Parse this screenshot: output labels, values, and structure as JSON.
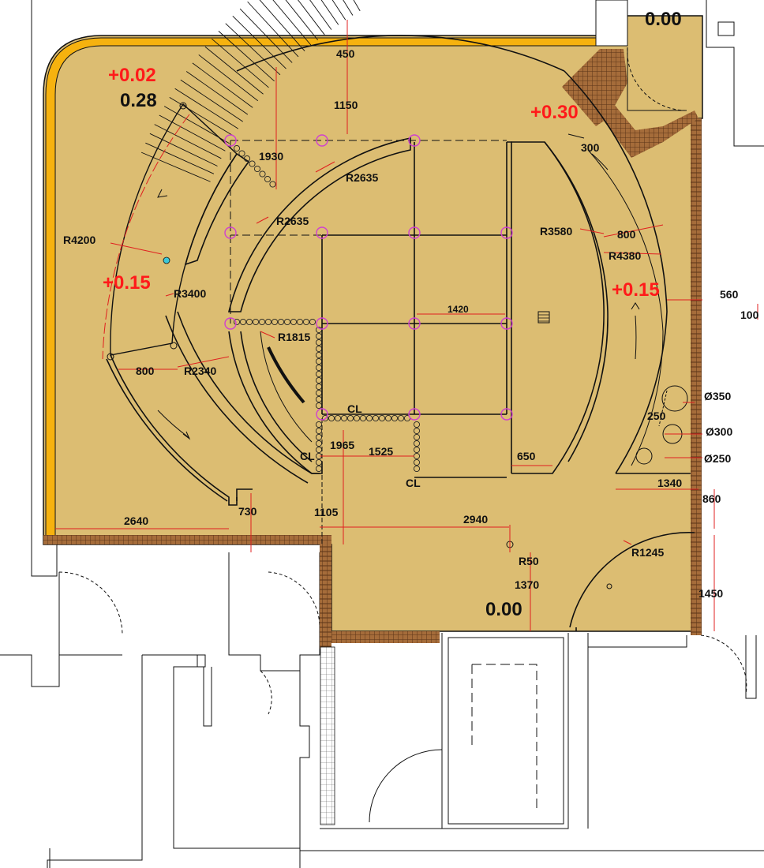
{
  "colors": {
    "floor": "#dcbd72",
    "orange_edge": "#f6b20f",
    "brick": "#a56c3a",
    "brick_line": "#5b3518",
    "dimension": "#e02020",
    "column_mark": "#d040d0",
    "handrail_node": "#3cc8d8"
  },
  "levels": [
    {
      "id": "lvl-top-right",
      "text": "0.00",
      "color": "black"
    },
    {
      "id": "lvl-tl-red",
      "text": "+0.02",
      "color": "red"
    },
    {
      "id": "lvl-tl-black",
      "text": "0.28",
      "color": "black"
    },
    {
      "id": "lvl-tr-red",
      "text": "+0.30",
      "color": "red"
    },
    {
      "id": "lvl-left-red",
      "text": "+0.15",
      "color": "red"
    },
    {
      "id": "lvl-right-red",
      "text": "+0.15",
      "color": "red"
    },
    {
      "id": "lvl-bottom",
      "text": "0.00",
      "color": "black"
    }
  ],
  "dimensions": {
    "d450": "450",
    "d1150": "1150",
    "d1930": "1930",
    "r2635a": "R2635",
    "r2635b": "R2635",
    "d300": "300",
    "r3580": "R3580",
    "d800r": "800",
    "r4380": "R4380",
    "d560": "560",
    "d100": "100",
    "r4200": "R4200",
    "r3400": "R3400",
    "d1420": "1420",
    "r1815": "R1815",
    "d800l": "800",
    "r2340": "R2340",
    "cl1": "CL",
    "cl2": "CL",
    "cl3": "CL",
    "d1965": "1965",
    "d1525": "1525",
    "d650": "650",
    "d350": "Ø350",
    "d250": "250",
    "d300b": "Ø300",
    "d250b": "Ø250",
    "d1340": "1340",
    "d860": "860",
    "d2640": "2640",
    "d730": "730",
    "d1105": "1105",
    "d2940": "2940",
    "r1245": "R1245",
    "r50": "R50",
    "d1370": "1370",
    "d1450": "1450"
  }
}
